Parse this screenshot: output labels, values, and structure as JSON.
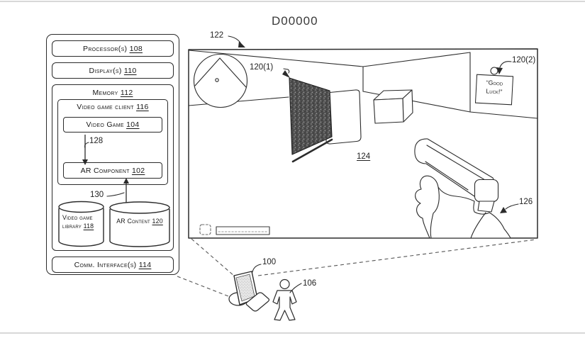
{
  "page": {
    "title": "D00000"
  },
  "device_diagram": {
    "processor": {
      "label": "Processor(s)",
      "ref": "108"
    },
    "display": {
      "label": "Display(s)",
      "ref": "110"
    },
    "memory": {
      "label": "Memory",
      "ref": "112"
    },
    "video_game_client": {
      "label": "Video game client",
      "ref": "116"
    },
    "video_game": {
      "label": "Video Game",
      "ref": "104"
    },
    "ar_component": {
      "label": "AR Component",
      "ref": "102"
    },
    "video_game_library": {
      "label_line1": "Video game",
      "label_line2": "library",
      "ref": "118"
    },
    "ar_content": {
      "label": "AR Content",
      "ref": "120"
    },
    "comm_interface": {
      "label": "Comm. Interface(s)",
      "ref": "114"
    },
    "arrow_video_game_to_ar_component": {
      "ref": "128"
    },
    "arrow_ar_component_to_ar_content": {
      "ref": "130"
    }
  },
  "scene": {
    "view_ref": "122",
    "environment_ref": "124",
    "poster_ref": "120(1)",
    "note_ref": "120(2)",
    "note": {
      "line1": "“Good",
      "line2": "Luck!”"
    },
    "hand_ref": "126"
  },
  "ground": {
    "computer_ref": "100",
    "user_ref": "106"
  },
  "colors": {
    "ink": "#2b2b2b",
    "page_rule": "#cccccc",
    "poster_fill": "#4f4f4f"
  }
}
